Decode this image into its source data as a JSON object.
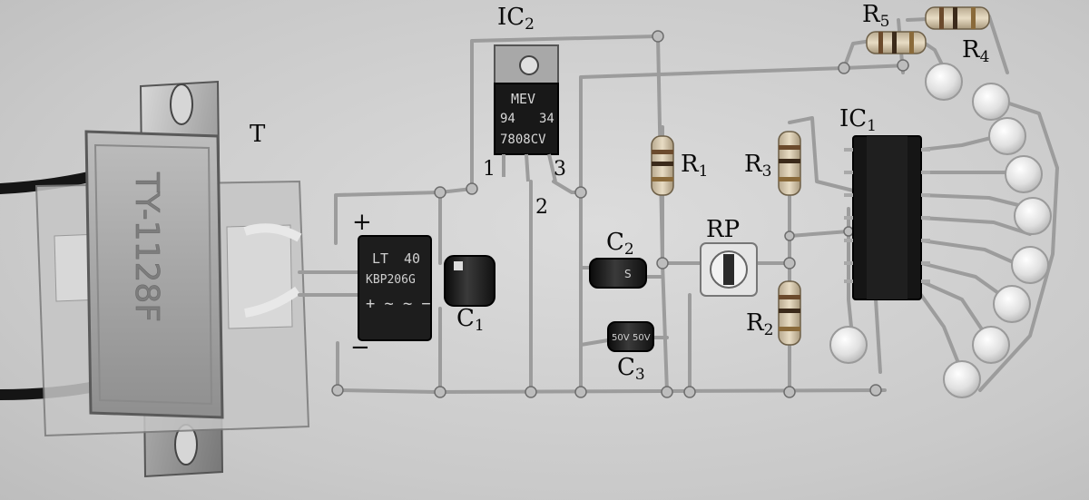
{
  "labels": {
    "T": "T",
    "IC2": "IC",
    "IC2_sub": "2",
    "IC1": "IC",
    "IC1_sub": "1",
    "R1": "R",
    "R1_sub": "1",
    "R2": "R",
    "R2_sub": "2",
    "R3": "R",
    "R3_sub": "3",
    "R4": "R",
    "R4_sub": "4",
    "R5": "R",
    "R5_sub": "5",
    "C1": "C",
    "C1_sub": "1",
    "C2": "C",
    "C2_sub": "2",
    "C3": "C",
    "C3_sub": "3",
    "RP": "RP",
    "plus": "+",
    "minus": "−",
    "pin1": "1",
    "pin2": "2",
    "pin3": "3"
  },
  "markings": {
    "transformer": "TY-1128F",
    "regulator_line1": "MEV",
    "regulator_line2a": "94",
    "regulator_line2b": "34",
    "regulator_line3": "7808CV",
    "bridge_line1": "LT",
    "bridge_line1b": "40",
    "bridge_line2": "KBP206G",
    "bridge_line3": "+ ~ ~ −",
    "c2_mark": "S",
    "c3_mark_a": "50V",
    "c3_mark_b": "50V"
  },
  "colors": {
    "background": "#cfcfcf",
    "wire": "#9c9c9c",
    "metal": "#a8a8a8",
    "dark_part": "#1c1c1c",
    "label": "#0a0a0a"
  }
}
